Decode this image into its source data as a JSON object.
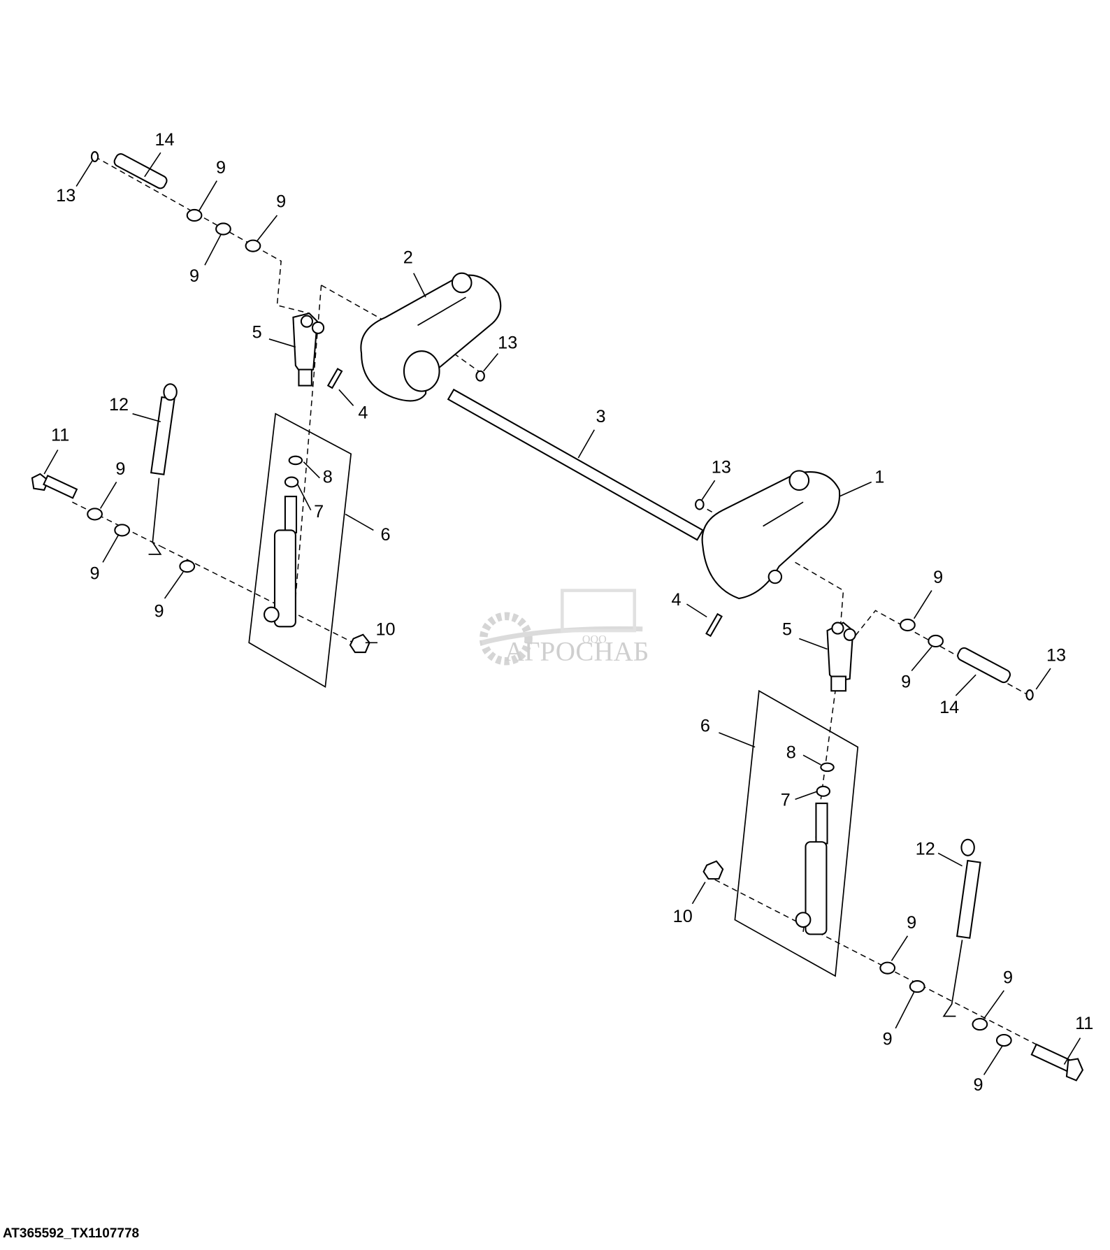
{
  "figure_id": "AT365592_TX1107778",
  "watermark": {
    "prefix": "ООО",
    "name": "АГРОСНАБ"
  },
  "callouts": [
    "14",
    "13",
    "9",
    "9",
    "9",
    "2",
    "5",
    "13",
    "4",
    "3",
    "12",
    "11",
    "9",
    "8",
    "7",
    "6",
    "9",
    "9",
    "10",
    "13",
    "1",
    "4",
    "5",
    "9",
    "9",
    "14",
    "13",
    "6",
    "8",
    "7",
    "12",
    "10",
    "9",
    "9",
    "9",
    "11",
    "9"
  ]
}
